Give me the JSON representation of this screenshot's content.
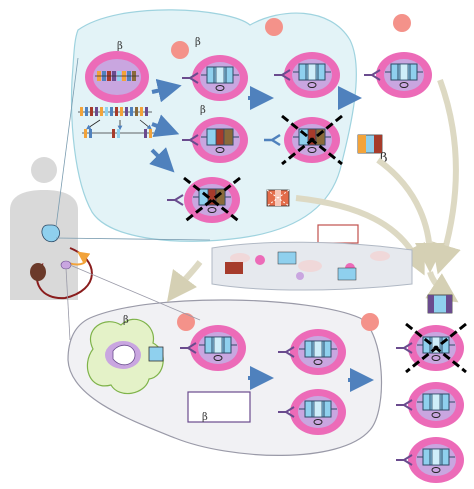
{
  "labels": {
    "beta_thymus_top_left": "β",
    "beta_thymus_top": "β",
    "beta_thymus_mid": "β",
    "beta_free_receptor": "β",
    "beta_dc": "β",
    "beta_periphery_box": "β"
  },
  "colors": {
    "thymus_bg": "#e3f3f7",
    "thymus_stroke": "#9fd3df",
    "periphery_bg": "#f1f1f4",
    "periphery_stroke": "#9a9aa8",
    "cell_outer": "#ec6bb8",
    "cell_inner": "#c9a6e0",
    "nucleus_box": "#8fd0ee",
    "arrow_blue": "#4f81bd",
    "arrow_beige": "#ddd9c3",
    "apoptosis_dot": "#f4928a",
    "dc_green": "#e4f2c8",
    "receptor_purple": "#6a4b8e",
    "vessel": "#e6e9ee",
    "organ_red": "#8a1d1d"
  },
  "icons": {
    "body": "human-silhouette-icon",
    "thymus": "thymus-icon",
    "lymph": "lymph-node-icon",
    "dc": "dendritic-cell-icon",
    "dead": "cross-mark-icon"
  }
}
